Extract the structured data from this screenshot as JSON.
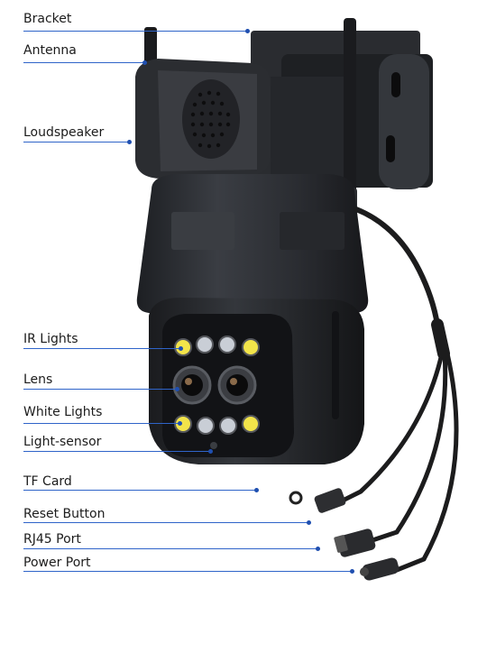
{
  "callouts": [
    {
      "id": "bracket",
      "label": "Bracket"
    },
    {
      "id": "antenna",
      "label": "Antenna"
    },
    {
      "id": "loudspeaker",
      "label": "Loudspeaker"
    },
    {
      "id": "ir-lights",
      "label": "IR Lights"
    },
    {
      "id": "lens",
      "label": "Lens"
    },
    {
      "id": "white-lights",
      "label": "White Lights"
    },
    {
      "id": "light-sensor",
      "label": "Light-sensor"
    },
    {
      "id": "tf-card",
      "label": "TF Card"
    },
    {
      "id": "reset-button",
      "label": "Reset Button"
    },
    {
      "id": "rj45-port",
      "label": "RJ45 Port"
    },
    {
      "id": "power-port",
      "label": "Power Port"
    }
  ],
  "colors": {
    "leader_line": "#2f64c9",
    "leader_dot": "#1f4fb0",
    "camera_body": "#2b2d31",
    "camera_face": "#121316",
    "ir_led": "#c9ced6",
    "white_led": "#f2e44a"
  }
}
